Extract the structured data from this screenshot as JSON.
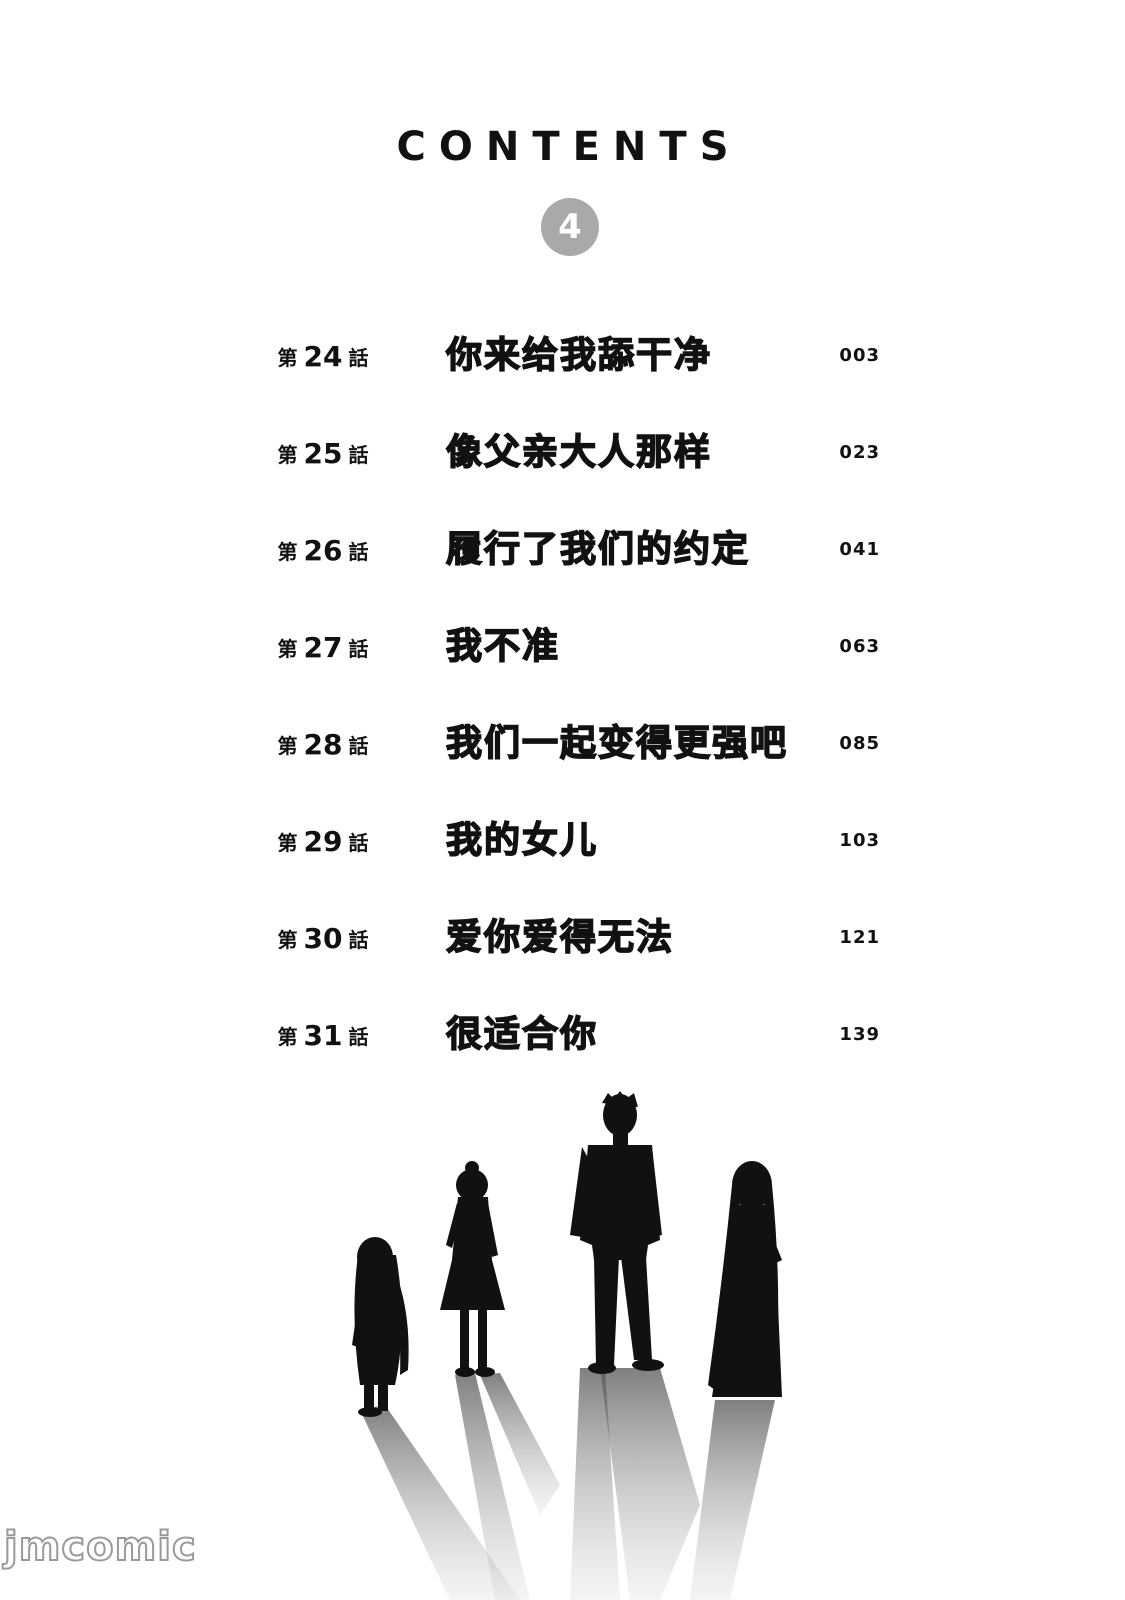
{
  "contents": {
    "title": "CONTENTS",
    "volume": "4"
  },
  "toc": {
    "chapter_prefix": "第",
    "chapter_suffix": "話",
    "entries": [
      {
        "number": "24",
        "title": "你来给我舔干净",
        "page": "003"
      },
      {
        "number": "25",
        "title": "像父亲大人那样",
        "page": "023"
      },
      {
        "number": "26",
        "title": "履行了我们的约定",
        "page": "041"
      },
      {
        "number": "27",
        "title": "我不准",
        "page": "063"
      },
      {
        "number": "28",
        "title": "我们一起变得更强吧",
        "page": "085"
      },
      {
        "number": "29",
        "title": "我的女儿",
        "page": "103"
      },
      {
        "number": "30",
        "title": "爱你爱得无法",
        "page": "121"
      },
      {
        "number": "31",
        "title": "很适合你",
        "page": "139"
      }
    ]
  },
  "watermark": {
    "text": "jmcomic"
  },
  "colors": {
    "ink": "#111111",
    "badge": "#a9a9a9",
    "watermark_outline": "#9a9a9a"
  }
}
